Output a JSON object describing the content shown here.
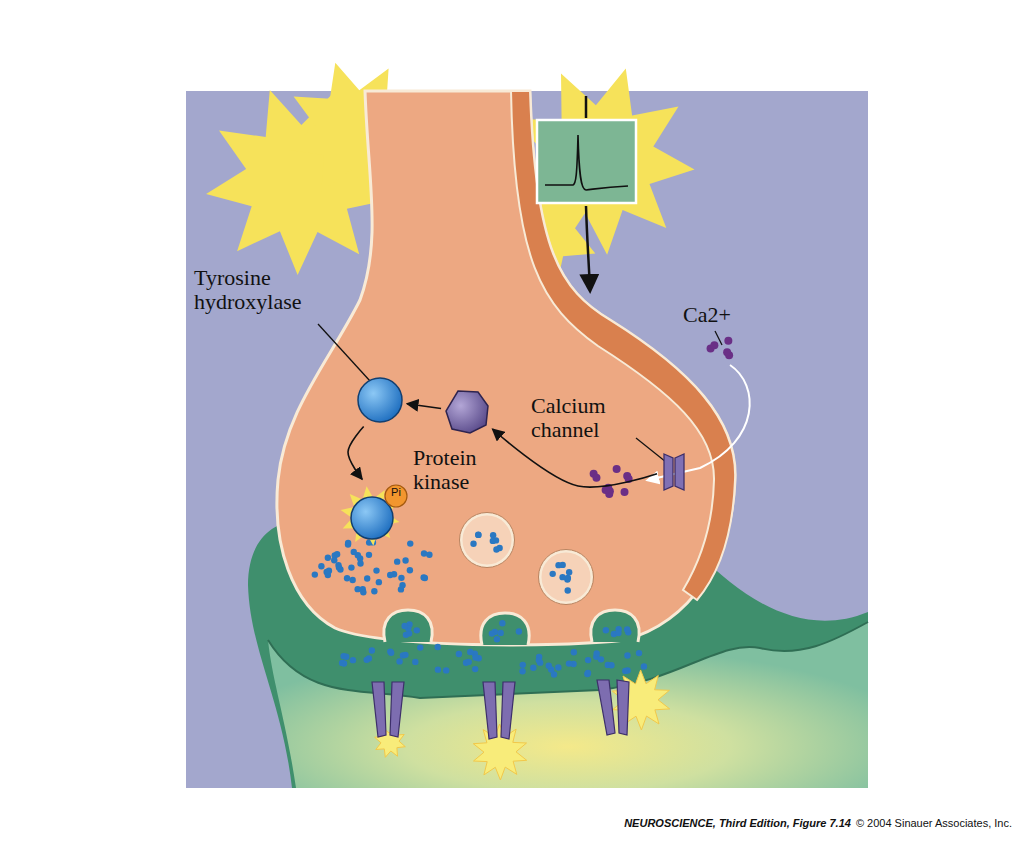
{
  "diagram": {
    "nodes": [
      {
        "text": [
          "Tyrosine hydroxylase"
        ]
      },
      {
        "text": [
          "Protein kinase"
        ]
      },
      {
        "text": [
          "Calcium channel"
        ]
      },
      {
        "text": [
          "Pi"
        ]
      }
    ],
    "edges": [
      {
        "from": 1,
        "to": 0,
        "arrow": "to"
      },
      {
        "from": 0,
        "to": 3,
        "arrow": "to"
      },
      {
        "from": 2,
        "to": 1,
        "arrow": "to"
      }
    ],
    "labels": [
      "Ca2+",
      "NEUROSCIENCE, Third Edition, Figure 7.14",
      "© 2004 Sinauer Associates, Inc."
    ]
  }
}
